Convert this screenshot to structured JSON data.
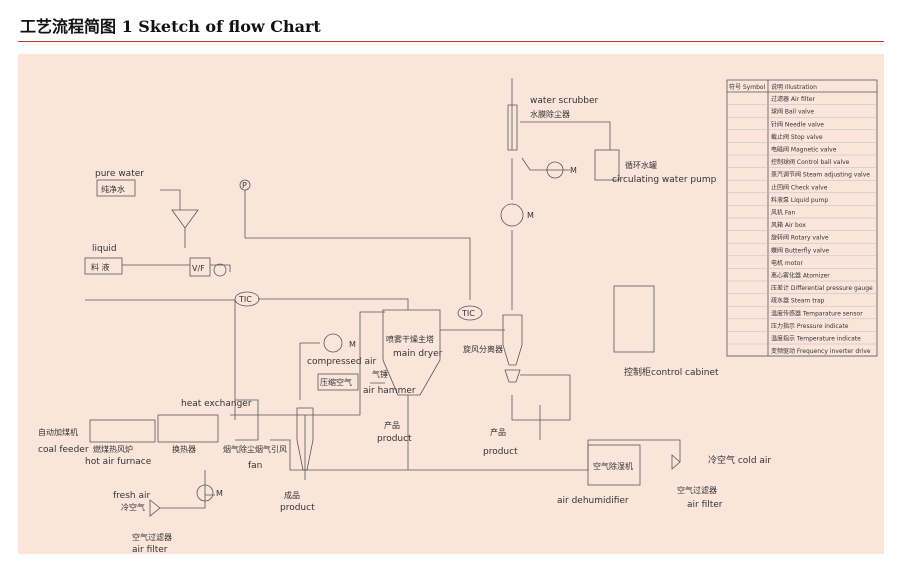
{
  "page": {
    "title": "工艺流程简图 1  Sketch  of  flow Chart"
  },
  "colors": {
    "panel_bg": "#fbe5db",
    "line": "#555555",
    "rule": "#c0392b"
  },
  "labels": {
    "pure_water_en": "pure water",
    "pure_water_cn": "纯净水",
    "liquid_en": "liquid",
    "liquid_cn": "料  液",
    "vf": "V/F",
    "tic1": "TIC",
    "tic2": "TIC",
    "water_scrubber_en": "water scrubber",
    "water_scrubber_cn": "水膜除尘器",
    "circ_cn": "循环水罐",
    "circ_en": "circulating water pump",
    "compressed_air_en": "compressed air",
    "compressed_air_cn": "压缩空气",
    "main_dryer_cn": "喷雾干燥主塔",
    "main_dryer_en": "main dryer",
    "cyclone_cn": "旋风分离器",
    "air_hammer_cn": "气锤",
    "air_hammer_en": "air hammer",
    "heat_exchanger": "heat exchanger",
    "coal_feeder_cn": "自动加煤机",
    "coal_feeder_en": "coal feeder",
    "furnace_cn": "燃煤热风炉",
    "furnace_en": "hot air furnace",
    "exchanger_cn": "换热器",
    "fan_cn": "烟气除尘烟气引风",
    "fan_en": "fan",
    "product1_cn": "产品",
    "product1_en": "product",
    "product2_cn": "产品",
    "product2_en": "product",
    "product3_cn": "成品",
    "product3_en": "product",
    "fresh_air_en": "fresh air",
    "fresh_air_cn": "冷空气",
    "air_filter1_cn": "空气过滤器",
    "air_filter1_en": "air filter",
    "control_cabinet": "控制柜control cabinet",
    "dehumidifier_cn": "空气除湿机",
    "dehumidifier_en": "air dehumidifier",
    "cold_air": "冷空气  cold air",
    "air_filter2_cn": "空气过滤器",
    "air_filter2_en": "air filter",
    "p_gauge": "P",
    "m": "M"
  },
  "legend": {
    "header_symbol": "符号 Symbol",
    "header_illustration": "说明 Illustration",
    "items": [
      "过滤器 Air filter",
      "球阀 Ball valve",
      "针阀 Needle valve",
      "截止阀 Stop valve",
      "电磁阀 Magnetic valve",
      "控制球阀 Control ball valve",
      "蒸汽调节阀 Steam adjusting valve",
      "止回阀 Check valve",
      "料液泵 Liquid pump",
      "风机 Fan",
      "风箱 Air box",
      "旋转阀 Rotary valve",
      "蝶阀 Butterfly valve",
      "电机 motor",
      "离心雾化器 Atomizer",
      "压差计 Differential pressure gauge",
      "疏水器 Steam trap",
      "温度传感器 Temparature sensor",
      "压力指示 Pressure indicate",
      "温度指示 Temperature indicate",
      "变频驱动 Frequency inverter drive"
    ]
  }
}
